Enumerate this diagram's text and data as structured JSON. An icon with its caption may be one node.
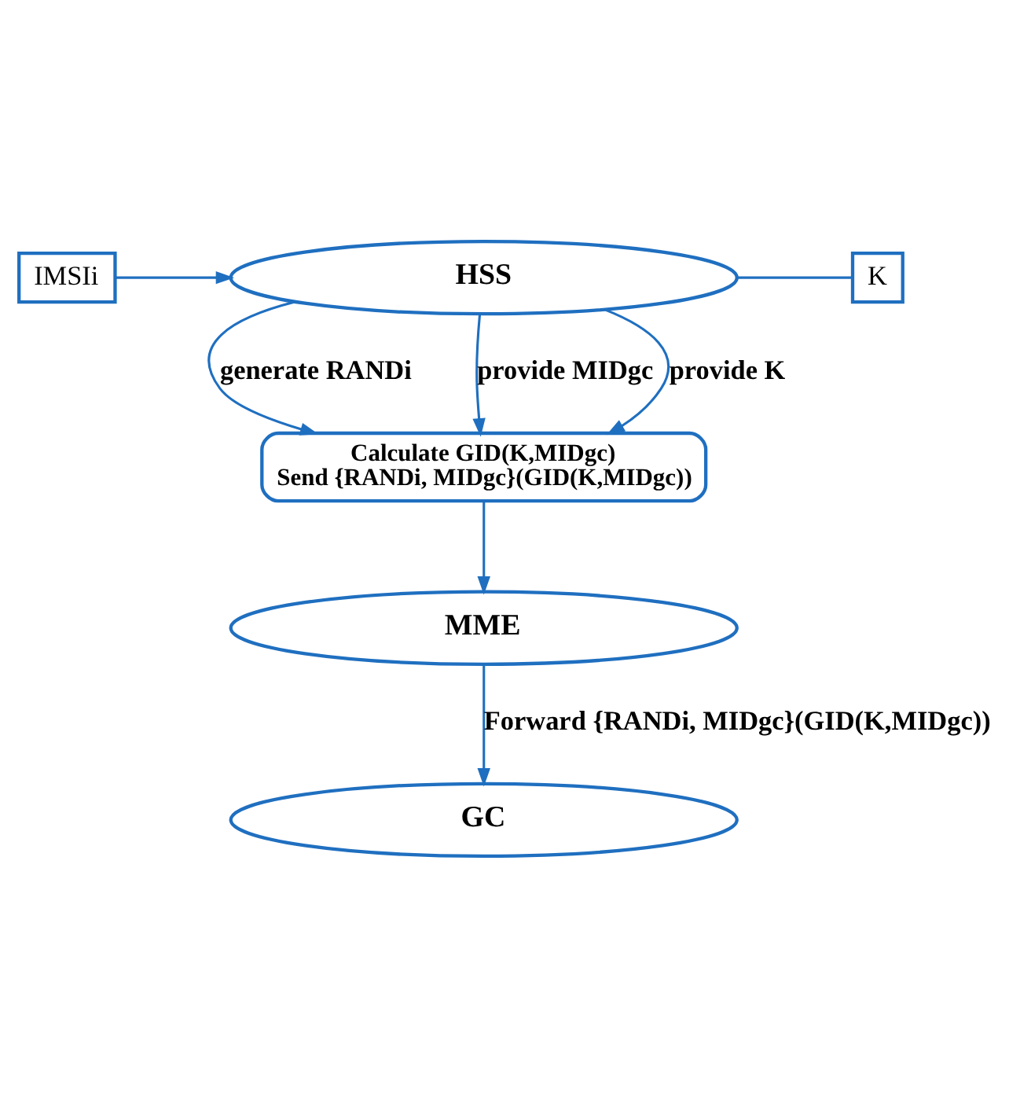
{
  "diagram": {
    "nodes": [
      {
        "text": [
          "IMSIi"
        ]
      },
      {
        "text": [
          "HSS"
        ]
      },
      {
        "text": [
          "K"
        ]
      },
      {
        "text": [
          "Calculate GID(K,MIDgc)",
          "Send {RANDi, MIDgc}(GID(K,MIDgc))"
        ]
      },
      {
        "text": [
          "MME"
        ]
      },
      {
        "text": [
          "GC"
        ]
      }
    ],
    "edges": [
      {
        "from": 0,
        "to": 1,
        "arrow": "to"
      },
      {
        "from": 1,
        "to": 2,
        "arrow": "none"
      },
      {
        "from": 1,
        "to": 3,
        "arrow": "to",
        "label": "generate RANDi"
      },
      {
        "from": 1,
        "to": 3,
        "arrow": "to",
        "label": "provide MIDgc"
      },
      {
        "from": 1,
        "to": 3,
        "arrow": "to",
        "label": "provide K"
      },
      {
        "from": 3,
        "to": 4,
        "arrow": "to"
      },
      {
        "from": 4,
        "to": 5,
        "arrow": "to",
        "label": "Forward {RANDi, MIDgc}(GID(K,MIDgc))"
      }
    ]
  }
}
